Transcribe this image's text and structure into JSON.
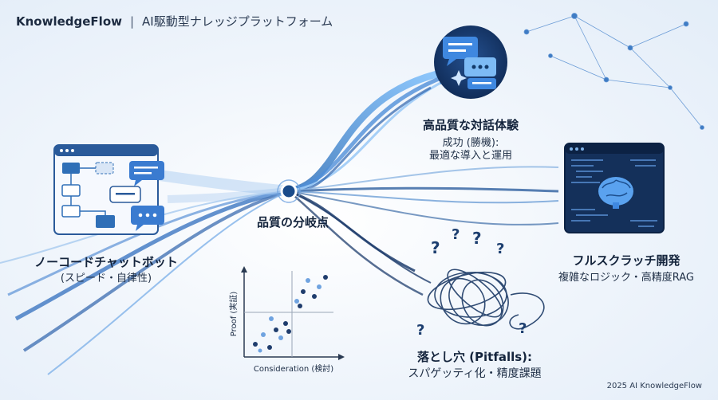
{
  "header": {
    "brand": "KnowledgeFlow",
    "separator": "|",
    "tagline": "AI駆動型ナレッジプラットフォーム"
  },
  "nodes": {
    "center": "品質の分岐点",
    "nocode_title": "ノーコードチャットボット",
    "nocode_sub": "(スピード・自律性)",
    "success_title": "高品質な対話体験",
    "success_sub1": "成功 (勝機):",
    "success_sub2": "最適な導入と運用",
    "scratch_title": "フルスクラッチ開発",
    "scratch_sub": "複雑なロジック・高精度RAG",
    "pitfall_title": "落とし穴 (Pitfalls):",
    "pitfall_sub": "スパゲッティ化・精度課題"
  },
  "scatter": {
    "ylabel": "Proof (実証)",
    "xlabel": "Consideration (検討)"
  },
  "footer": "2025 AI KnowledgeFlow",
  "colors": {
    "primary": "#2f6fb7",
    "dark": "#1d3f70",
    "light": "#7fb2e8",
    "accent": "#4a8fe0"
  }
}
